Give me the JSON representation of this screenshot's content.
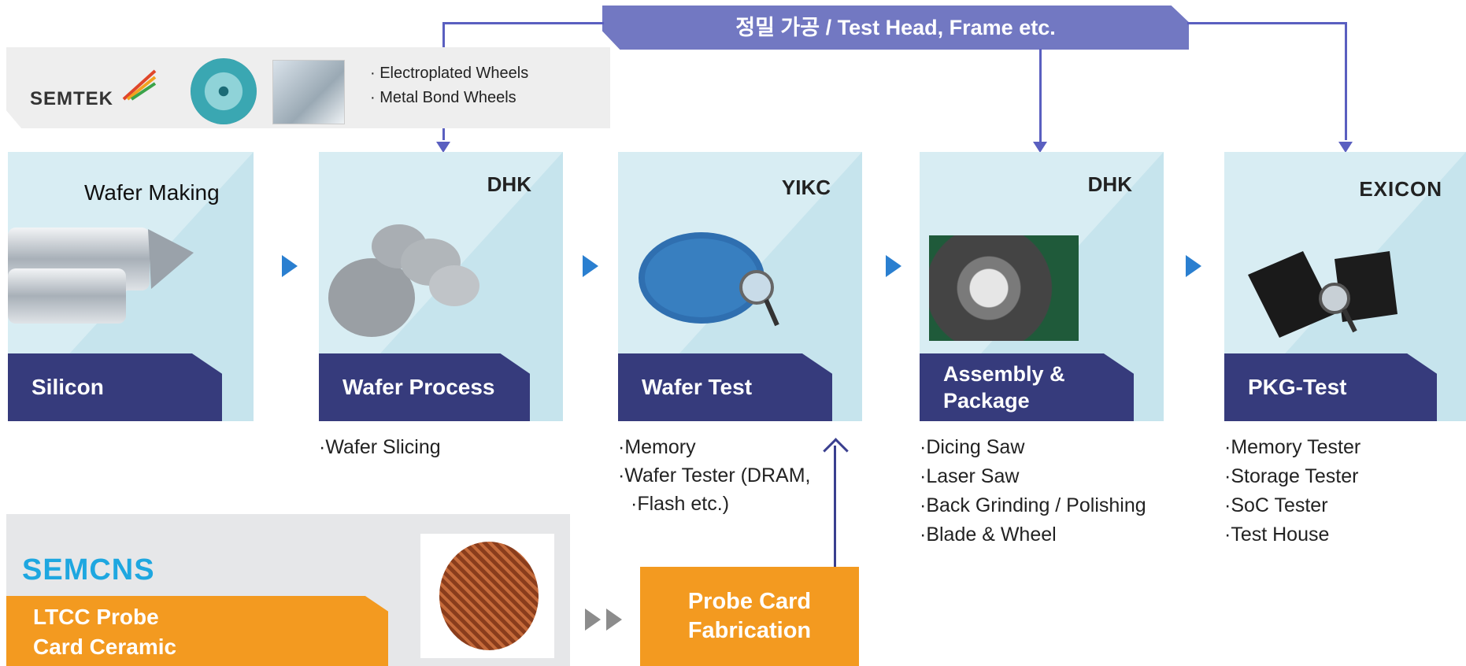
{
  "banner": {
    "text": "정밀 가공 / Test Head, Frame etc."
  },
  "semtek": {
    "logo": "SEMTEK",
    "products": [
      "Electroplated Wheels",
      "Metal Bond Wheels"
    ]
  },
  "stages": [
    {
      "title": "Wafer Making",
      "label": "Silicon",
      "logo": "",
      "bullets": []
    },
    {
      "title": "",
      "label": "Wafer Process",
      "logo": "DHK",
      "bullets": [
        "Wafer Slicing"
      ]
    },
    {
      "title": "",
      "label": "Wafer Test",
      "logo": "YIKC",
      "bullets": [
        "Memory",
        "Wafer Tester (DRAM,",
        "Flash etc.)"
      ]
    },
    {
      "title": "",
      "label_line1": "Assembly &",
      "label_line2": "Package",
      "logo": "DHK",
      "bullets": [
        "Dicing Saw",
        "Laser Saw",
        "Back Grinding /  Polishing",
        "Blade & Wheel"
      ]
    },
    {
      "title": "",
      "label": "PKG-Test",
      "logo": "EXICON",
      "bullets": [
        "Memory Tester",
        "Storage Tester",
        "SoC Tester",
        "Test House"
      ]
    }
  ],
  "semcns": {
    "logo": "SEMCNS",
    "label_line1": "LTCC Probe",
    "label_line2": "Card Ceramic"
  },
  "probe_card": {
    "line1": "Probe Card",
    "line2": "Fabrication"
  },
  "colors": {
    "navy": "#363b7c",
    "banner": "#7278c2",
    "orange": "#f39a20",
    "card": "#d8edf3",
    "arrow": "#2a7fd0"
  }
}
